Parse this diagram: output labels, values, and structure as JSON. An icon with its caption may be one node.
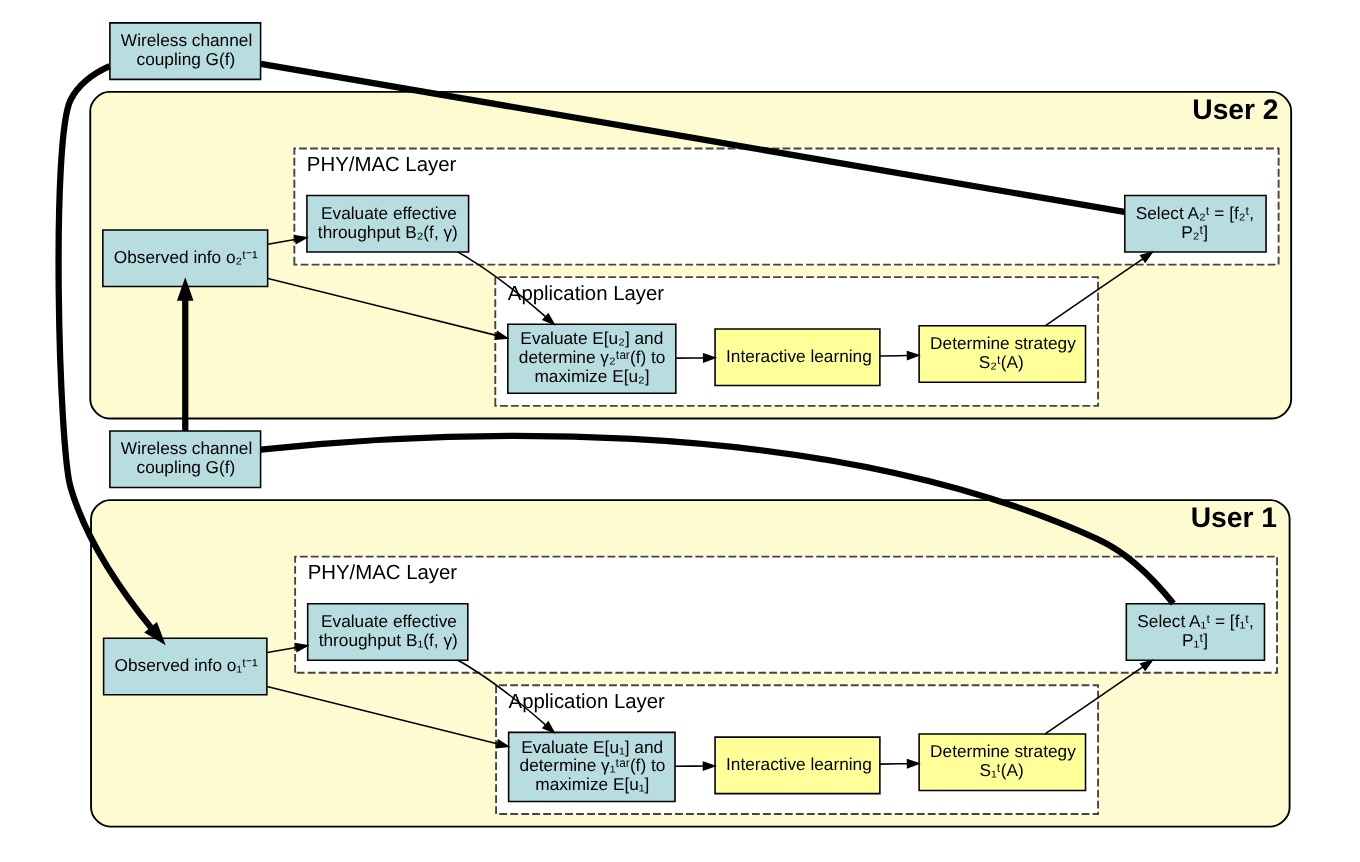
{
  "diagram": {
    "nodes": [
      {
        "text": [
          "User 1"
        ]
      },
      {
        "text": [
          "Application Layer"
        ],
        "in": 0
      },
      {
        "text": [
          "Observed info o₁ᵗ⁻¹"
        ],
        "in": 0
      },
      {
        "text": [
          "Evaluate E[u₁] and determine γ₁ᵗᵃʳ(f) to maximize E[u₁]"
        ],
        "in": 1
      },
      {
        "text": [
          "Interactive learning"
        ],
        "in": 1
      },
      {
        "text": [
          "Determine strategy S₁ᵗ(A)"
        ],
        "in": 1
      },
      {
        "text": [
          "PHY/MAC Layer"
        ],
        "in": 0
      },
      {
        "text": [
          "Evaluate effective throughput B₁(f, γ)"
        ],
        "in": 6
      },
      {
        "text": [
          "Select A₁ᵗ = [f₁ᵗ, P₁ᵗ]"
        ],
        "in": 6
      },
      {
        "text": [
          "Wireless channel coupling G(f)"
        ]
      },
      {
        "text": [
          "User 2"
        ]
      },
      {
        "text": [
          "Application Layer"
        ],
        "in": 10
      },
      {
        "text": [
          "Determine strategy S₂ᵗ(A)"
        ],
        "in": 11
      },
      {
        "text": [
          "Interactive learning"
        ],
        "in": 11
      },
      {
        "text": [
          "Evaluate E[u₂] and determine γ₂ᵗᵃʳ(f) to maximize E[u₂]"
        ],
        "in": 11
      },
      {
        "text": [
          "Observed info o₂ᵗ⁻¹"
        ],
        "in": 10
      },
      {
        "text": [
          "PHY/MAC Layer"
        ],
        "in": 10
      },
      {
        "text": [
          "Select A₂ᵗ = [f₂ᵗ, P₂ᵗ]"
        ],
        "in": 16
      },
      {
        "text": [
          "Evaluate effective throughput B₂(f, γ)"
        ],
        "in": 16
      },
      {
        "text": [
          "Wireless channel coupling G(f)"
        ]
      }
    ],
    "edges": [
      {
        "from": 19,
        "to": 2,
        "arrow": "to",
        "style": "thick"
      },
      {
        "from": 2,
        "to": 3,
        "arrow": "to"
      },
      {
        "from": 2,
        "to": 7,
        "arrow": "to"
      },
      {
        "from": 7,
        "to": 3,
        "arrow": "to"
      },
      {
        "from": 3,
        "to": 4,
        "arrow": "to"
      },
      {
        "from": 4,
        "to": 5,
        "arrow": "to"
      },
      {
        "from": 5,
        "to": 8,
        "arrow": "to"
      },
      {
        "from": 8,
        "to": 9,
        "arrow": "none",
        "style": "thick"
      },
      {
        "from": 9,
        "to": 15,
        "arrow": "to",
        "style": "thick"
      },
      {
        "from": 15,
        "to": 14,
        "arrow": "to"
      },
      {
        "from": 15,
        "to": 18,
        "arrow": "to"
      },
      {
        "from": 18,
        "to": 14,
        "arrow": "to"
      },
      {
        "from": 14,
        "to": 13,
        "arrow": "to"
      },
      {
        "from": 13,
        "to": 12,
        "arrow": "to"
      },
      {
        "from": 12,
        "to": 17,
        "arrow": "to"
      },
      {
        "from": 17,
        "to": 19,
        "arrow": "none",
        "style": "thick"
      }
    ]
  }
}
